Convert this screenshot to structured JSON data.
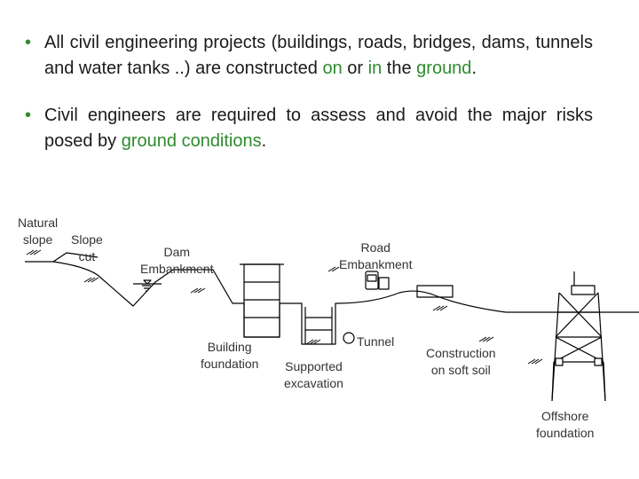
{
  "bullets": [
    {
      "parts": [
        {
          "text": "All civil engineering projects (buildings, roads, bridges, dams, tunnels and water tanks ..) are constructed ",
          "green": false
        },
        {
          "text": "on",
          "green": true
        },
        {
          "text": " or ",
          "green": false
        },
        {
          "text": "in",
          "green": true
        },
        {
          "text": " the ",
          "green": false
        },
        {
          "text": "ground",
          "green": true
        },
        {
          "text": ".",
          "green": false
        }
      ]
    },
    {
      "parts": [
        {
          "text": "Civil engineers are required to assess and avoid the major risks posed by ",
          "green": false
        },
        {
          "text": "ground conditions",
          "green": true
        },
        {
          "text": ".",
          "green": false
        }
      ]
    }
  ],
  "labels": {
    "natural_slope": [
      "Natural",
      "slope"
    ],
    "slope_cut": [
      "Slope",
      "cut"
    ],
    "dam": [
      "Dam",
      "Embankment"
    ],
    "road": [
      "Road",
      "Embankment"
    ],
    "building": [
      "Building",
      "foundation"
    ],
    "supported": [
      "Supported",
      "excavation"
    ],
    "tunnel": "Tunnel",
    "soft_soil": [
      "Construction",
      "on soft soil"
    ],
    "offshore": [
      "Offshore",
      "foundation"
    ]
  },
  "colors": {
    "accent": "#2e8b2e",
    "text": "#1a1a1a",
    "line": "#000000"
  }
}
